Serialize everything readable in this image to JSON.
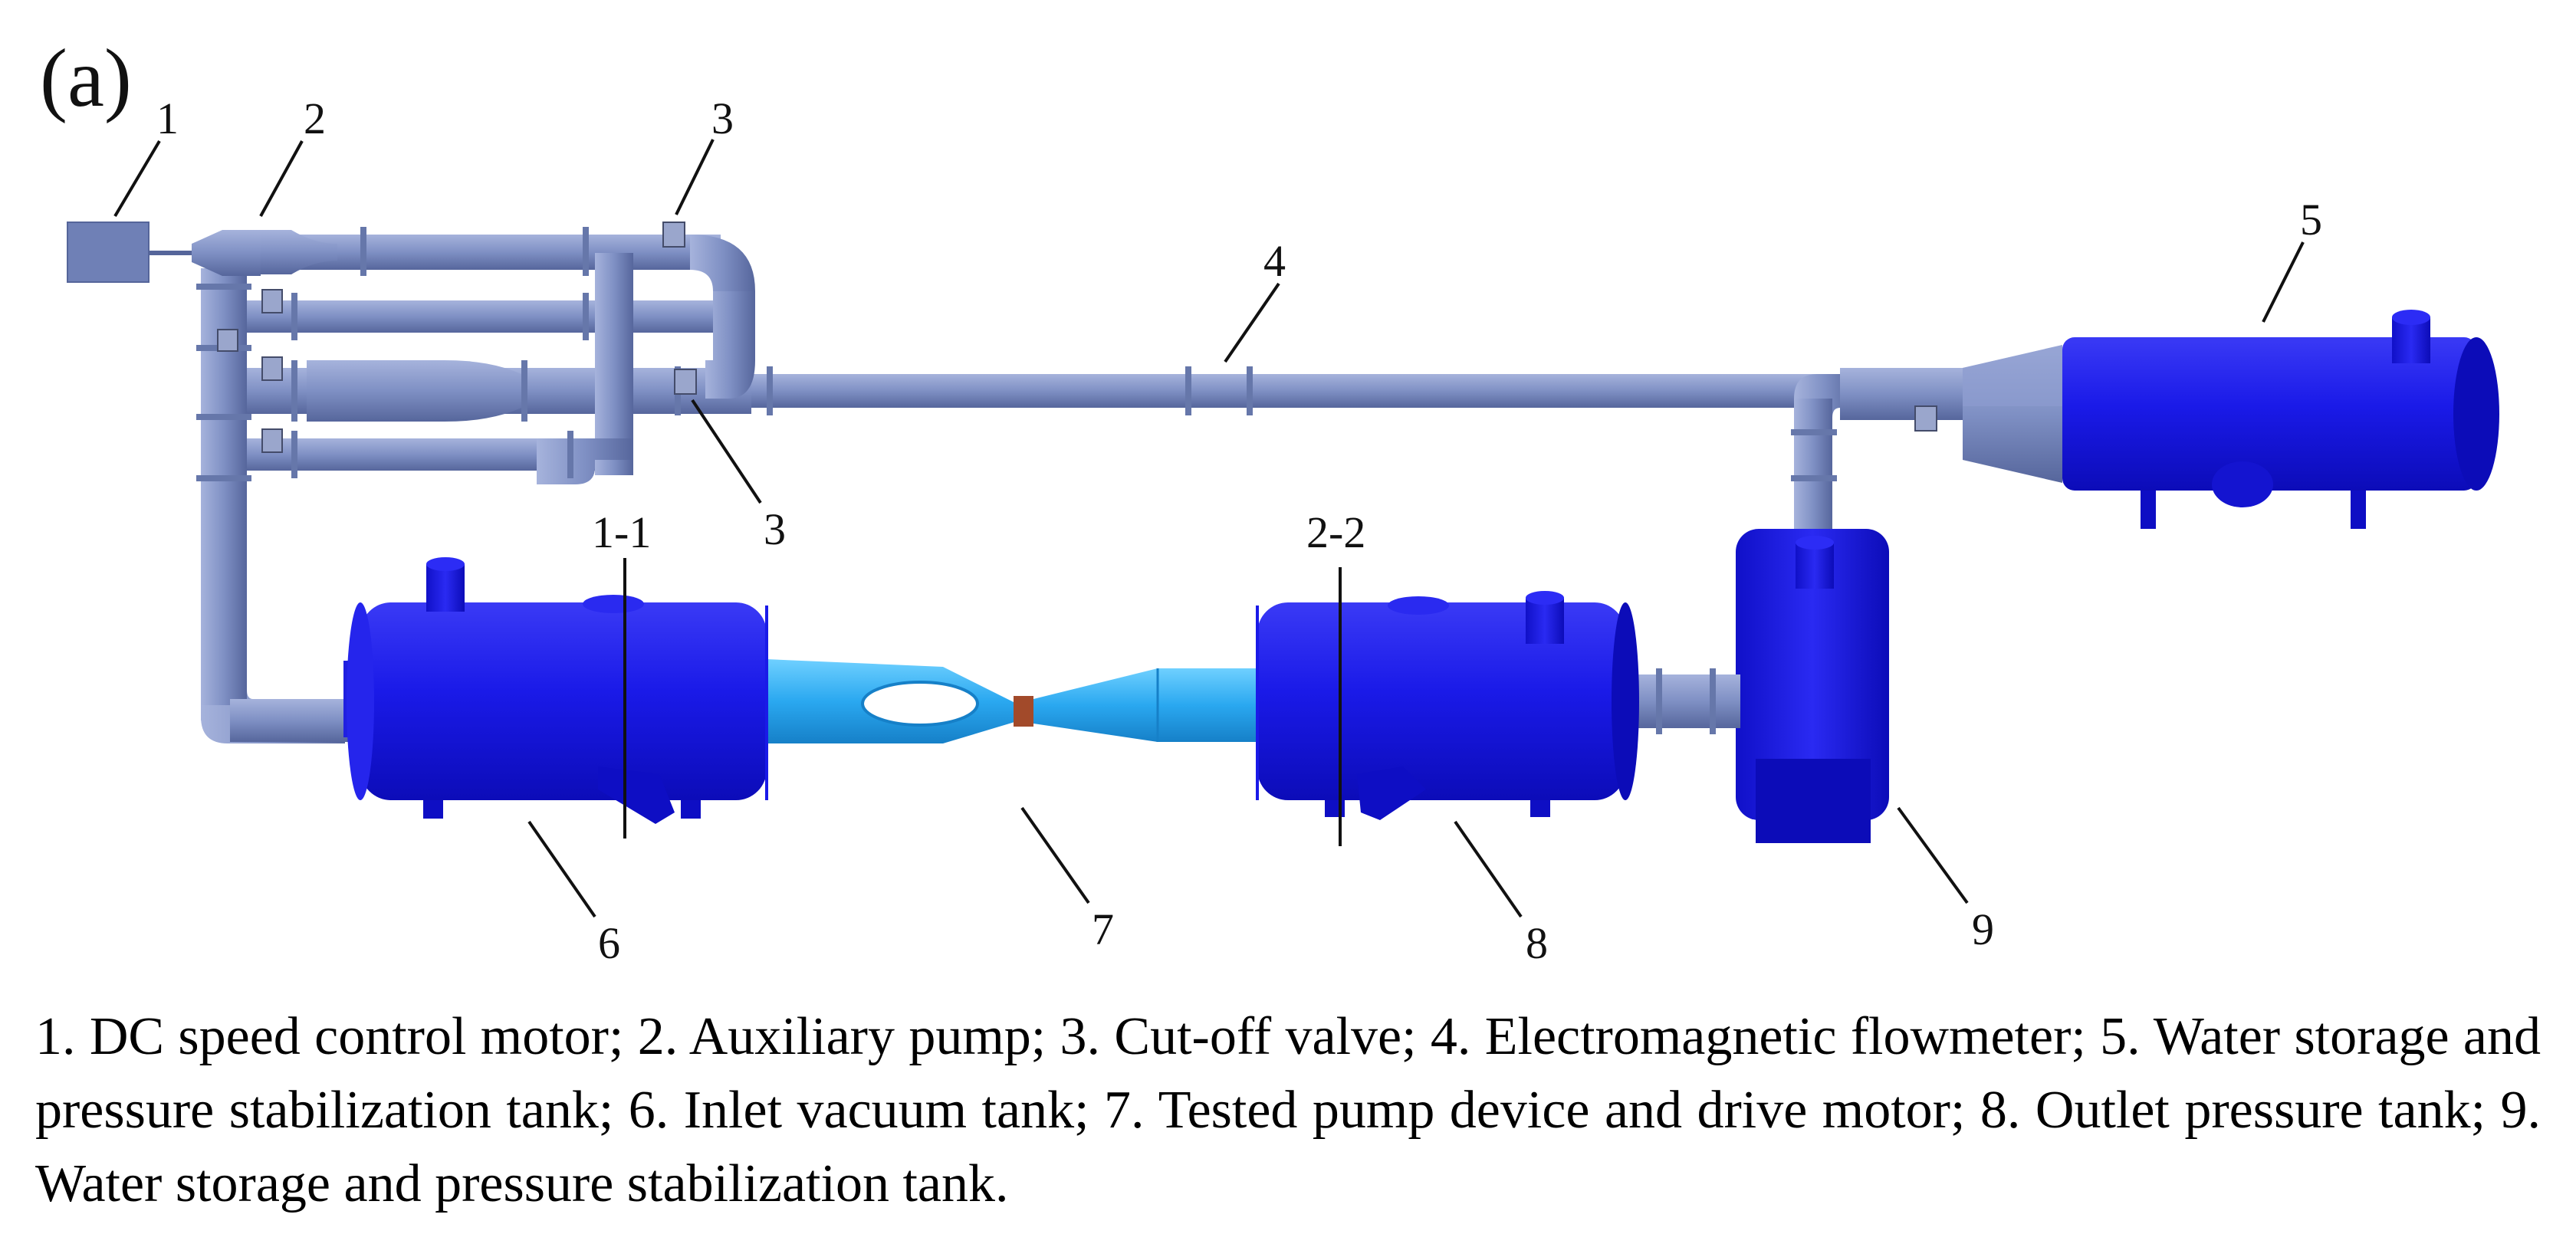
{
  "panel_label": "(a)",
  "component_numbers": {
    "n1": "1",
    "n2": "2",
    "n3a": "3",
    "n3b": "3",
    "n4": "4",
    "n5": "5",
    "n6": "6",
    "n7": "7",
    "n8": "8",
    "n9": "9"
  },
  "section_labels": {
    "s1": "1-1",
    "s2": "2-2"
  },
  "caption": "1. DC speed control motor; 2. Auxiliary pump; 3. Cut-off valve; 4. Electromagnetic flowmeter; 5. Water storage and pressure stabilization tank; 6. Inlet vacuum tank; 7. Tested pump device and drive motor; 8. Outlet pressure tank; 9. Water storage and pressure stabilization tank.",
  "colors": {
    "pipe": "#7f90c4",
    "pipe_edge": "#55659a",
    "tank": "#1a1ae8",
    "tank_dark": "#0b0bb0",
    "pump_device": "#2aa8f0",
    "coupling": "#a24a2a",
    "motor": "#6f80b6"
  }
}
